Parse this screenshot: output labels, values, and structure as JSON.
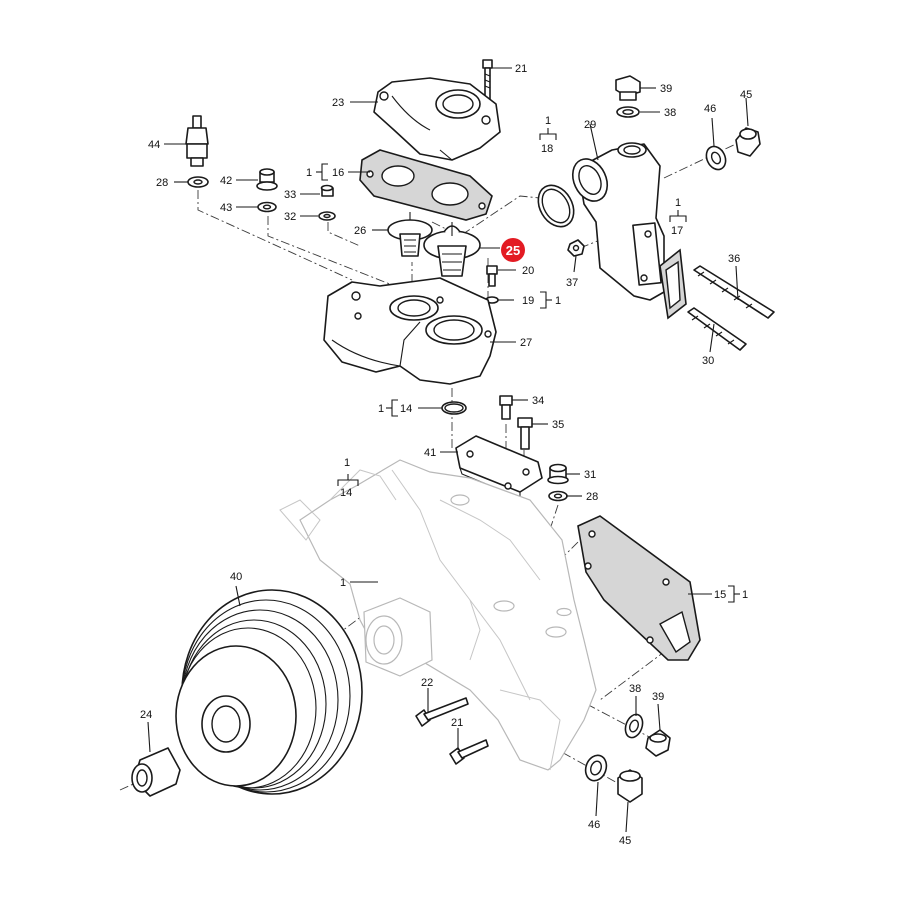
{
  "diagram": {
    "highlight": {
      "label": "25",
      "color": "#e31b23"
    },
    "labels": {
      "l21a": "21",
      "l23": "23",
      "l44": "44",
      "l28a": "28",
      "l42": "42",
      "l43": "43",
      "l33": "33",
      "l32": "32",
      "l16": "16",
      "l1_16": "1",
      "l26": "26",
      "l18": "18",
      "l1_18": "1",
      "l29": "29",
      "l39a": "39",
      "l38a": "38",
      "l46a": "46",
      "l45a": "45",
      "l17": "17",
      "l1_17": "1",
      "l36": "36",
      "l37": "37",
      "l30": "30",
      "l20": "20",
      "l19": "19",
      "l1_19": "1",
      "l27": "27",
      "l14a": "14",
      "l1_14a": "1",
      "l34": "34",
      "l35": "35",
      "l41": "41",
      "l31": "31",
      "l28b": "28",
      "l14b": "14",
      "l1_14b": "1",
      "l1_main": "1",
      "l40": "40",
      "l15": "15",
      "l1_15": "1",
      "l24": "24",
      "l22": "22",
      "l21b": "21",
      "l38b": "38",
      "l39b": "39",
      "l46b": "46",
      "l45b": "45"
    }
  }
}
